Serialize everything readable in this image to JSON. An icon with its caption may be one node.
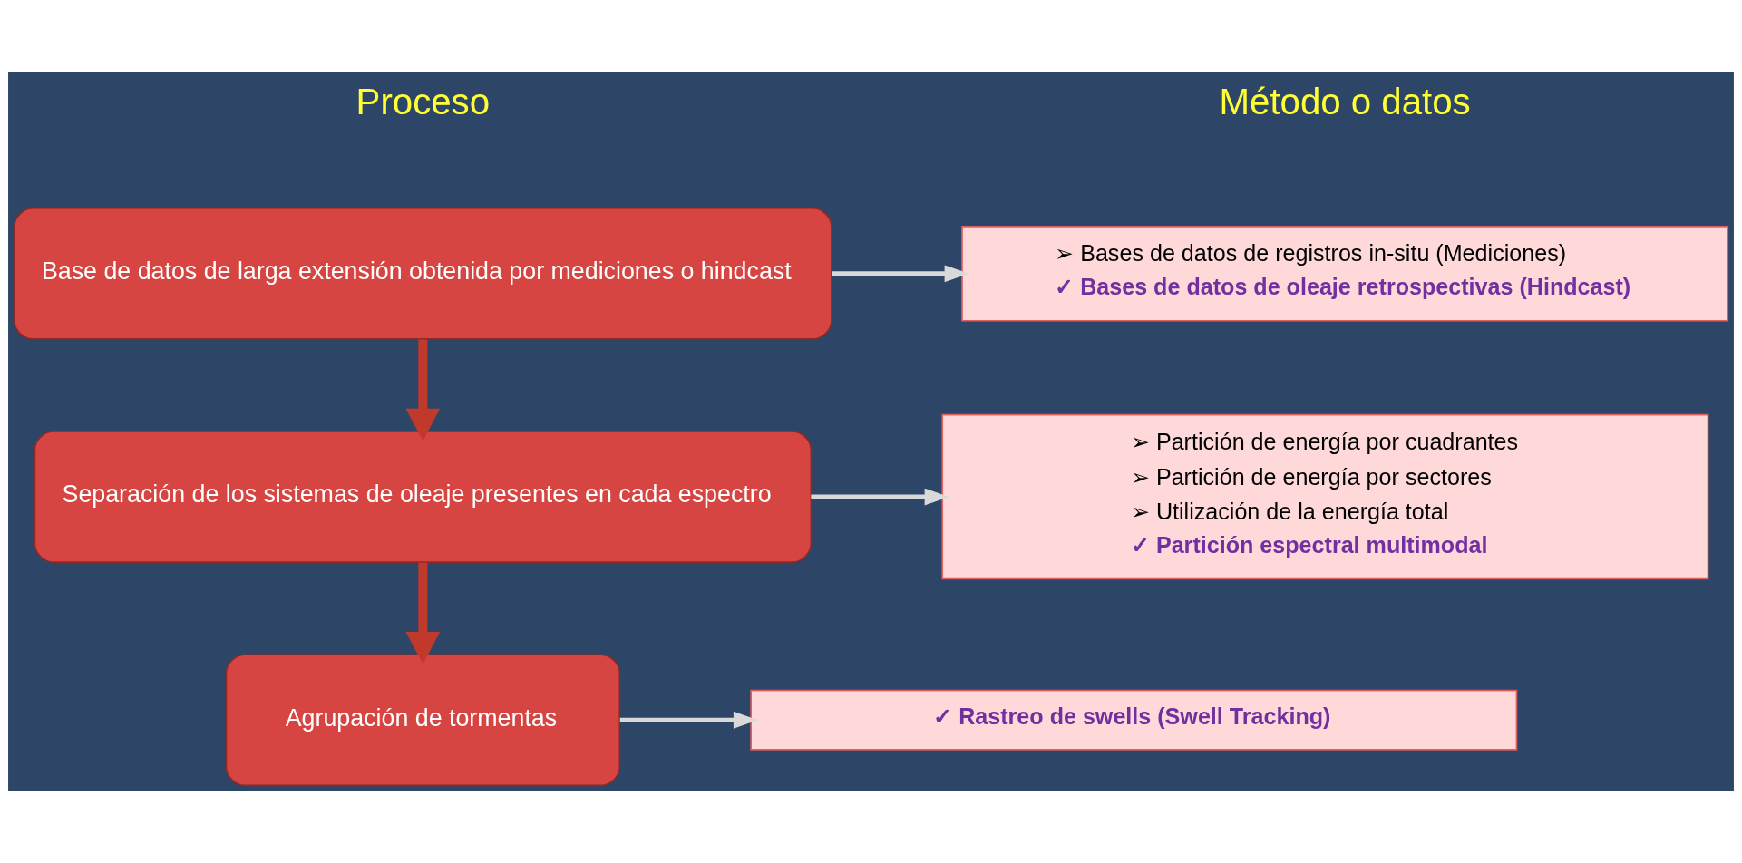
{
  "diagram": {
    "nodes": [
      {
        "text": [
          "Base de datos de larga extensión obtenida por mediciones o hindcast"
        ]
      },
      {
        "text": [
          "➢ Bases de datos de registros in-situ (Mediciones)",
          "✓ Bases de datos de oleaje retrospectivas (Hindcast)"
        ]
      },
      {
        "text": [
          "Separación de los sistemas de oleaje presentes en cada espectro"
        ]
      },
      {
        "text": [
          "➢ Partición de energía por cuadrantes",
          "➢ Partición de energía por sectores",
          "➢ Utilización de la energía total",
          "✓ Partición espectral multimodal"
        ]
      },
      {
        "text": [
          "Agrupación de tormentas"
        ]
      },
      {
        "text": [
          "✓ Rastreo de swells (Swell Tracking)"
        ]
      }
    ],
    "edges": [
      {
        "from": 0,
        "to": 1,
        "arrow": "to"
      },
      {
        "from": 0,
        "to": 2,
        "arrow": "to",
        "style": "thick",
        "color": "#c0392b"
      },
      {
        "from": 2,
        "to": 3,
        "arrow": "to"
      },
      {
        "from": 2,
        "to": 4,
        "arrow": "to",
        "style": "thick",
        "color": "#c0392b"
      },
      {
        "from": 4,
        "to": 5,
        "arrow": "to"
      }
    ],
    "labels": [
      "Proceso",
      "Método o datos"
    ]
  }
}
